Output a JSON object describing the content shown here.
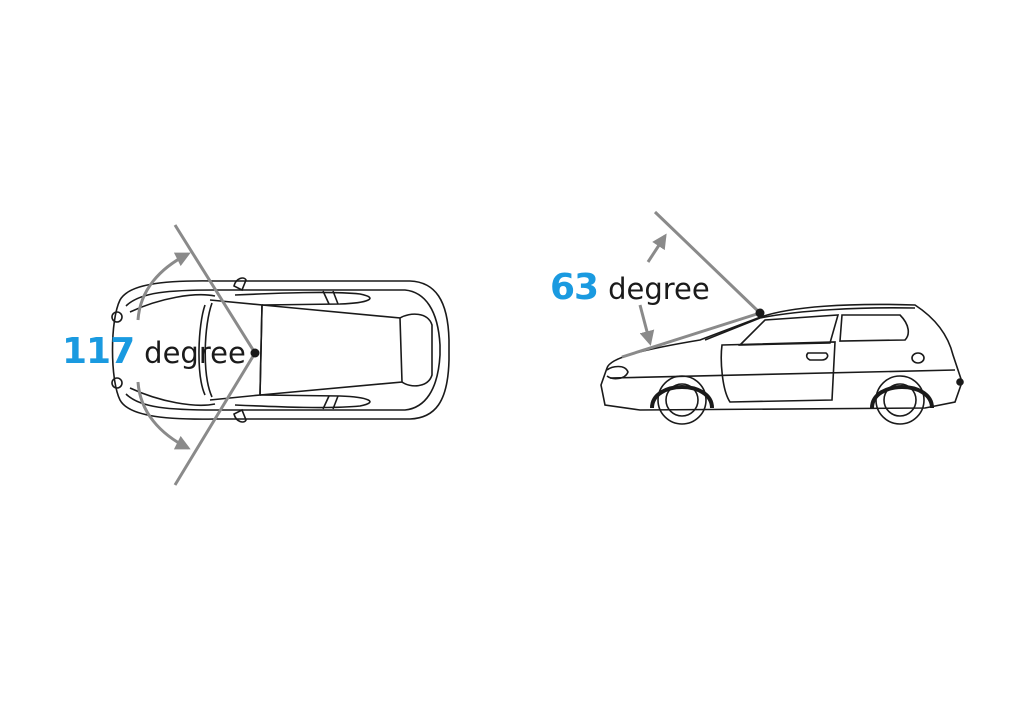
{
  "figure": {
    "top_view": {
      "angle_value": "117",
      "angle_unit": "degree",
      "description": "Top view of car with door opening angle"
    },
    "side_view": {
      "angle_value": "63",
      "angle_unit": "degree",
      "description": "Side view of car with hood/hatch opening angle"
    },
    "colors": {
      "accent": "#1a9ae0",
      "arrow": "#8a8a8a",
      "outline": "#1a1a1a",
      "background": "#ffffff"
    }
  }
}
